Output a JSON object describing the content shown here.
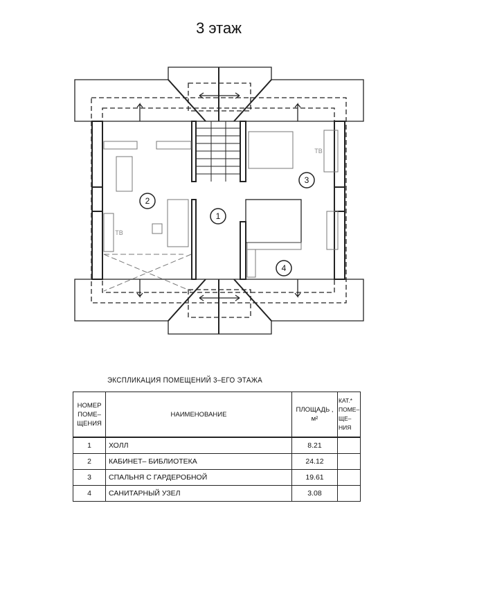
{
  "title": "3 этаж",
  "plan": {
    "room_numbers": [
      "1",
      "2",
      "3",
      "4"
    ],
    "tv_label": "ТВ"
  },
  "table": {
    "caption": "ЭКСПЛИКАЦИЯ ПОМЕЩЕНИЙ 3–ЕГО ЭТАЖА",
    "headers": {
      "number": "НОМЕР ПОМЕ– ЩЕНИЯ",
      "name": "НАИМЕНОВАНИЕ",
      "area": "ПЛОЩАДЬ , м²",
      "category": "КАТ.* ПОМЕ– ЩЕ– НИЯ"
    },
    "rows": [
      {
        "n": "1",
        "name": "ХОЛЛ",
        "area": "8.21"
      },
      {
        "n": "2",
        "name": "КАБИНЕТ– БИБЛИОТЕКА",
        "area": "24.12"
      },
      {
        "n": "3",
        "name": "СПАЛЬНЯ С ГАРДЕРОБНОЙ",
        "area": "19.61"
      },
      {
        "n": "4",
        "name": "САНИТАРНЫЙ УЗЕЛ",
        "area": "3.08"
      }
    ]
  }
}
